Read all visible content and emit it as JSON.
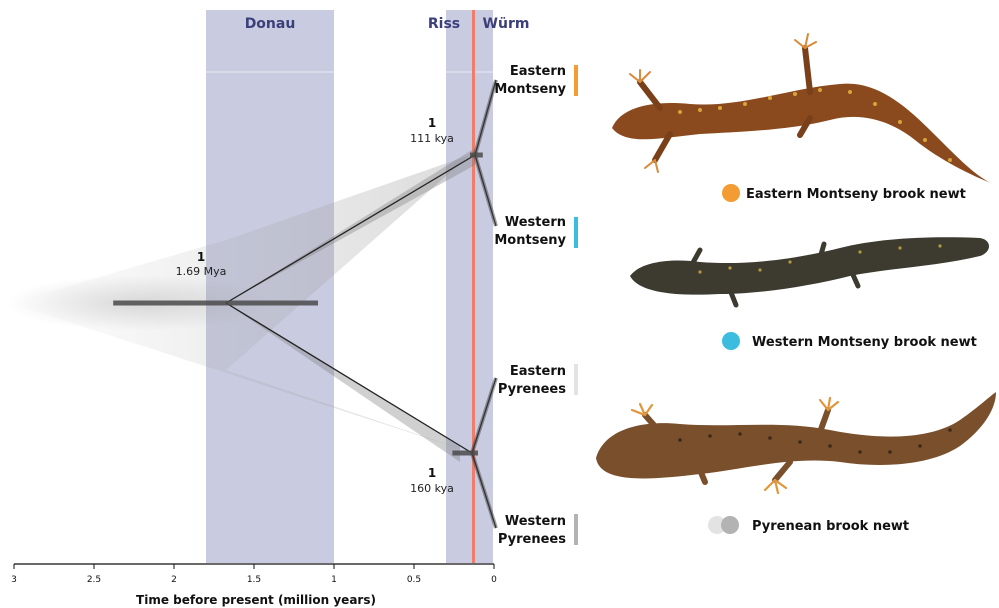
{
  "periods": [
    {
      "id": "donau",
      "label": "Donau",
      "from_mya": 1.8,
      "to_mya": 1.0
    },
    {
      "id": "riss",
      "label": "Riss",
      "from_mya": 0.3,
      "to_mya": 0.13
    },
    {
      "id": "wurm",
      "label": "Würm",
      "from_mya": 0.115,
      "to_mya": 0.01
    }
  ],
  "marker_line_mya": 0.12,
  "nodes": [
    {
      "id": "root",
      "posterior": "1",
      "age_label": "1.69 Mya",
      "age_mya": 1.69,
      "hpd_mya": [
        2.38,
        1.1
      ]
    },
    {
      "id": "montseny",
      "posterior": "1",
      "age_label": "111 kya",
      "age_mya": 0.111,
      "hpd_mya": [
        0.15,
        0.07
      ]
    },
    {
      "id": "pyrenees",
      "posterior": "1",
      "age_label": "160 kya",
      "age_mya": 0.16,
      "hpd_mya": [
        0.26,
        0.1
      ]
    }
  ],
  "tips": [
    {
      "id": "eastern-montseny",
      "lines": [
        "Eastern",
        "Montseny"
      ],
      "color": "#f39c33"
    },
    {
      "id": "western-montseny",
      "lines": [
        "Western",
        "Montseny"
      ],
      "color": "#3cbde0"
    },
    {
      "id": "eastern-pyrenees",
      "lines": [
        "Eastern",
        "Pyrenees"
      ],
      "color": "#e3e3e3"
    },
    {
      "id": "western-pyrenees",
      "lines": [
        "Western",
        "Pyrenees"
      ],
      "color": "#b3b3b3"
    }
  ],
  "axis": {
    "title": "Time before present (million years)",
    "range_mya": [
      3,
      0
    ],
    "ticks": [
      {
        "value": 3,
        "label": "3"
      },
      {
        "value": 2.5,
        "label": "2.5"
      },
      {
        "value": 2,
        "label": "2"
      },
      {
        "value": 1.5,
        "label": "1.5"
      },
      {
        "value": 1,
        "label": "1"
      },
      {
        "value": 0.5,
        "label": "0.5"
      },
      {
        "value": 0,
        "label": "0"
      }
    ]
  },
  "species": [
    {
      "id": "eastern-montseny",
      "label": "Eastern Montseny brook newt",
      "dot_colors": [
        "#f39c33"
      ],
      "body_color": "#8a4a1e",
      "spot_color": "#d9a53a"
    },
    {
      "id": "western-montseny",
      "label": "Western Montseny brook newt",
      "dot_colors": [
        "#3cbde0"
      ],
      "body_color": "#3d3a30",
      "spot_color": "#b39a3c"
    },
    {
      "id": "pyrenean",
      "label": "Pyrenean brook newt",
      "dot_colors": [
        "#e3e3e3",
        "#b3b3b3"
      ],
      "body_color": "#7a4f2c",
      "spot_color": "#3b2a1a"
    }
  ]
}
